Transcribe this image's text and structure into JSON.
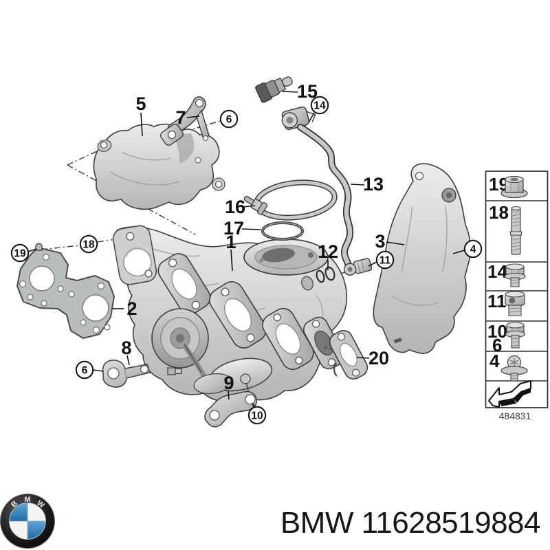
{
  "diagram": {
    "callouts": [
      {
        "label": "5",
        "circled": false
      },
      {
        "label": "7",
        "circled": false
      },
      {
        "label": "6",
        "circled": true
      },
      {
        "label": "15",
        "circled": false
      },
      {
        "label": "14",
        "circled": true
      },
      {
        "label": "13",
        "circled": false
      },
      {
        "label": "16",
        "circled": false
      },
      {
        "label": "17",
        "circled": false
      },
      {
        "label": "1",
        "circled": false
      },
      {
        "label": "12",
        "circled": false
      },
      {
        "label": "11",
        "circled": true
      },
      {
        "label": "3",
        "circled": false
      },
      {
        "label": "4",
        "circled": true
      },
      {
        "label": "19",
        "circled": true
      },
      {
        "label": "18",
        "circled": true
      },
      {
        "label": "2",
        "circled": false
      },
      {
        "label": "8",
        "circled": false
      },
      {
        "label": "6",
        "circled": true
      },
      {
        "label": "9",
        "circled": false
      },
      {
        "label": "10",
        "circled": true
      },
      {
        "label": "20",
        "circled": false
      }
    ],
    "legend": {
      "rows": [
        {
          "number": "19",
          "icon": "flange-nut-icon"
        },
        {
          "number": "18",
          "icon": "stud-bolt-icon"
        },
        {
          "number": "14",
          "icon": "hex-flange-bolt-icon"
        },
        {
          "number": "11",
          "icon": "banjo-bolt-icon"
        },
        {
          "number": "10",
          "number2": "6",
          "icon": "hex-flange-bolt-icon"
        },
        {
          "number": "4",
          "icon": "screw-with-washer-icon"
        },
        {
          "number": "",
          "icon": "direction-of-travel-arrow-icon"
        }
      ],
      "diagram_code": "484831"
    }
  },
  "footer": {
    "logo": {
      "letters": [
        "B",
        "M",
        "W"
      ],
      "blue": "#2f7cbe",
      "ring_color": "#141414"
    },
    "caption": "BMW 11628519884"
  }
}
